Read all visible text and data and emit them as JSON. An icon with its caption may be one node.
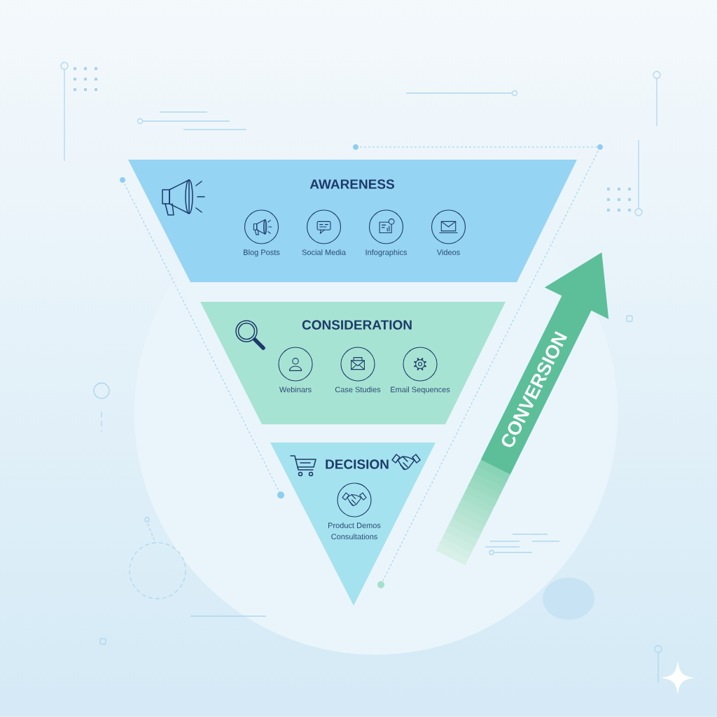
{
  "diagram": {
    "nodes": [
      {
        "text": [
          "AWARENESS"
        ]
      },
      {
        "text": [
          "Blog Posts"
        ],
        "in": 0
      },
      {
        "text": [
          "Social Media"
        ],
        "in": 0
      },
      {
        "text": [
          "Infographics"
        ],
        "in": 0
      },
      {
        "text": [
          "Videos"
        ],
        "in": 0
      },
      {
        "text": [
          "CONSIDERATION"
        ]
      },
      {
        "text": [
          "Webinars"
        ],
        "in": 5
      },
      {
        "text": [
          "Case Studies"
        ],
        "in": 5
      },
      {
        "text": [
          "Email Sequences"
        ],
        "in": 5
      },
      {
        "text": [
          "DECISION"
        ]
      },
      {
        "text": [
          "Product Demos",
          "Consultations"
        ],
        "in": 9
      },
      {
        "text": [
          "CONVERSION"
        ]
      }
    ]
  }
}
